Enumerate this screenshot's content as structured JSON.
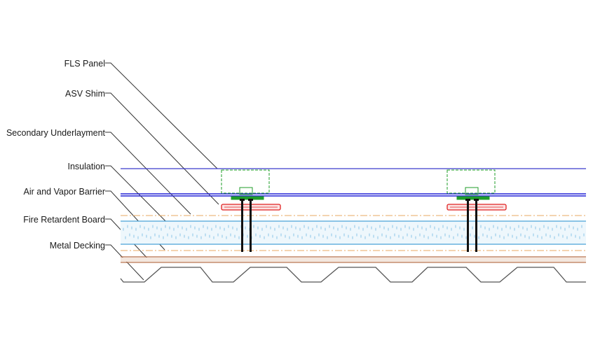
{
  "labels": [
    {
      "id": "fls-panel",
      "text": "FLS Panel"
    },
    {
      "id": "asv-shim",
      "text": "ASV Shim"
    },
    {
      "id": "secondary-underlayment",
      "text": "Secondary Underlayment"
    },
    {
      "id": "insulation",
      "text": "Insulation"
    },
    {
      "id": "air-vapor-barrier",
      "text": "Air and Vapor Barrier"
    },
    {
      "id": "fire-retardent-board",
      "text": "Fire Retardent Board"
    },
    {
      "id": "metal-decking",
      "text": "Metal Decking"
    }
  ],
  "colors": {
    "panel_line": "#3a3acc",
    "barrier_line": "#2424d6",
    "shim": "#e02020",
    "clip": "#1f9e2a",
    "underlayment": "#e8a860",
    "insulation": "#4aa3d8",
    "board": "#b8704a",
    "decking": "#555555",
    "fastener": "#111111",
    "leader": "#333333"
  }
}
